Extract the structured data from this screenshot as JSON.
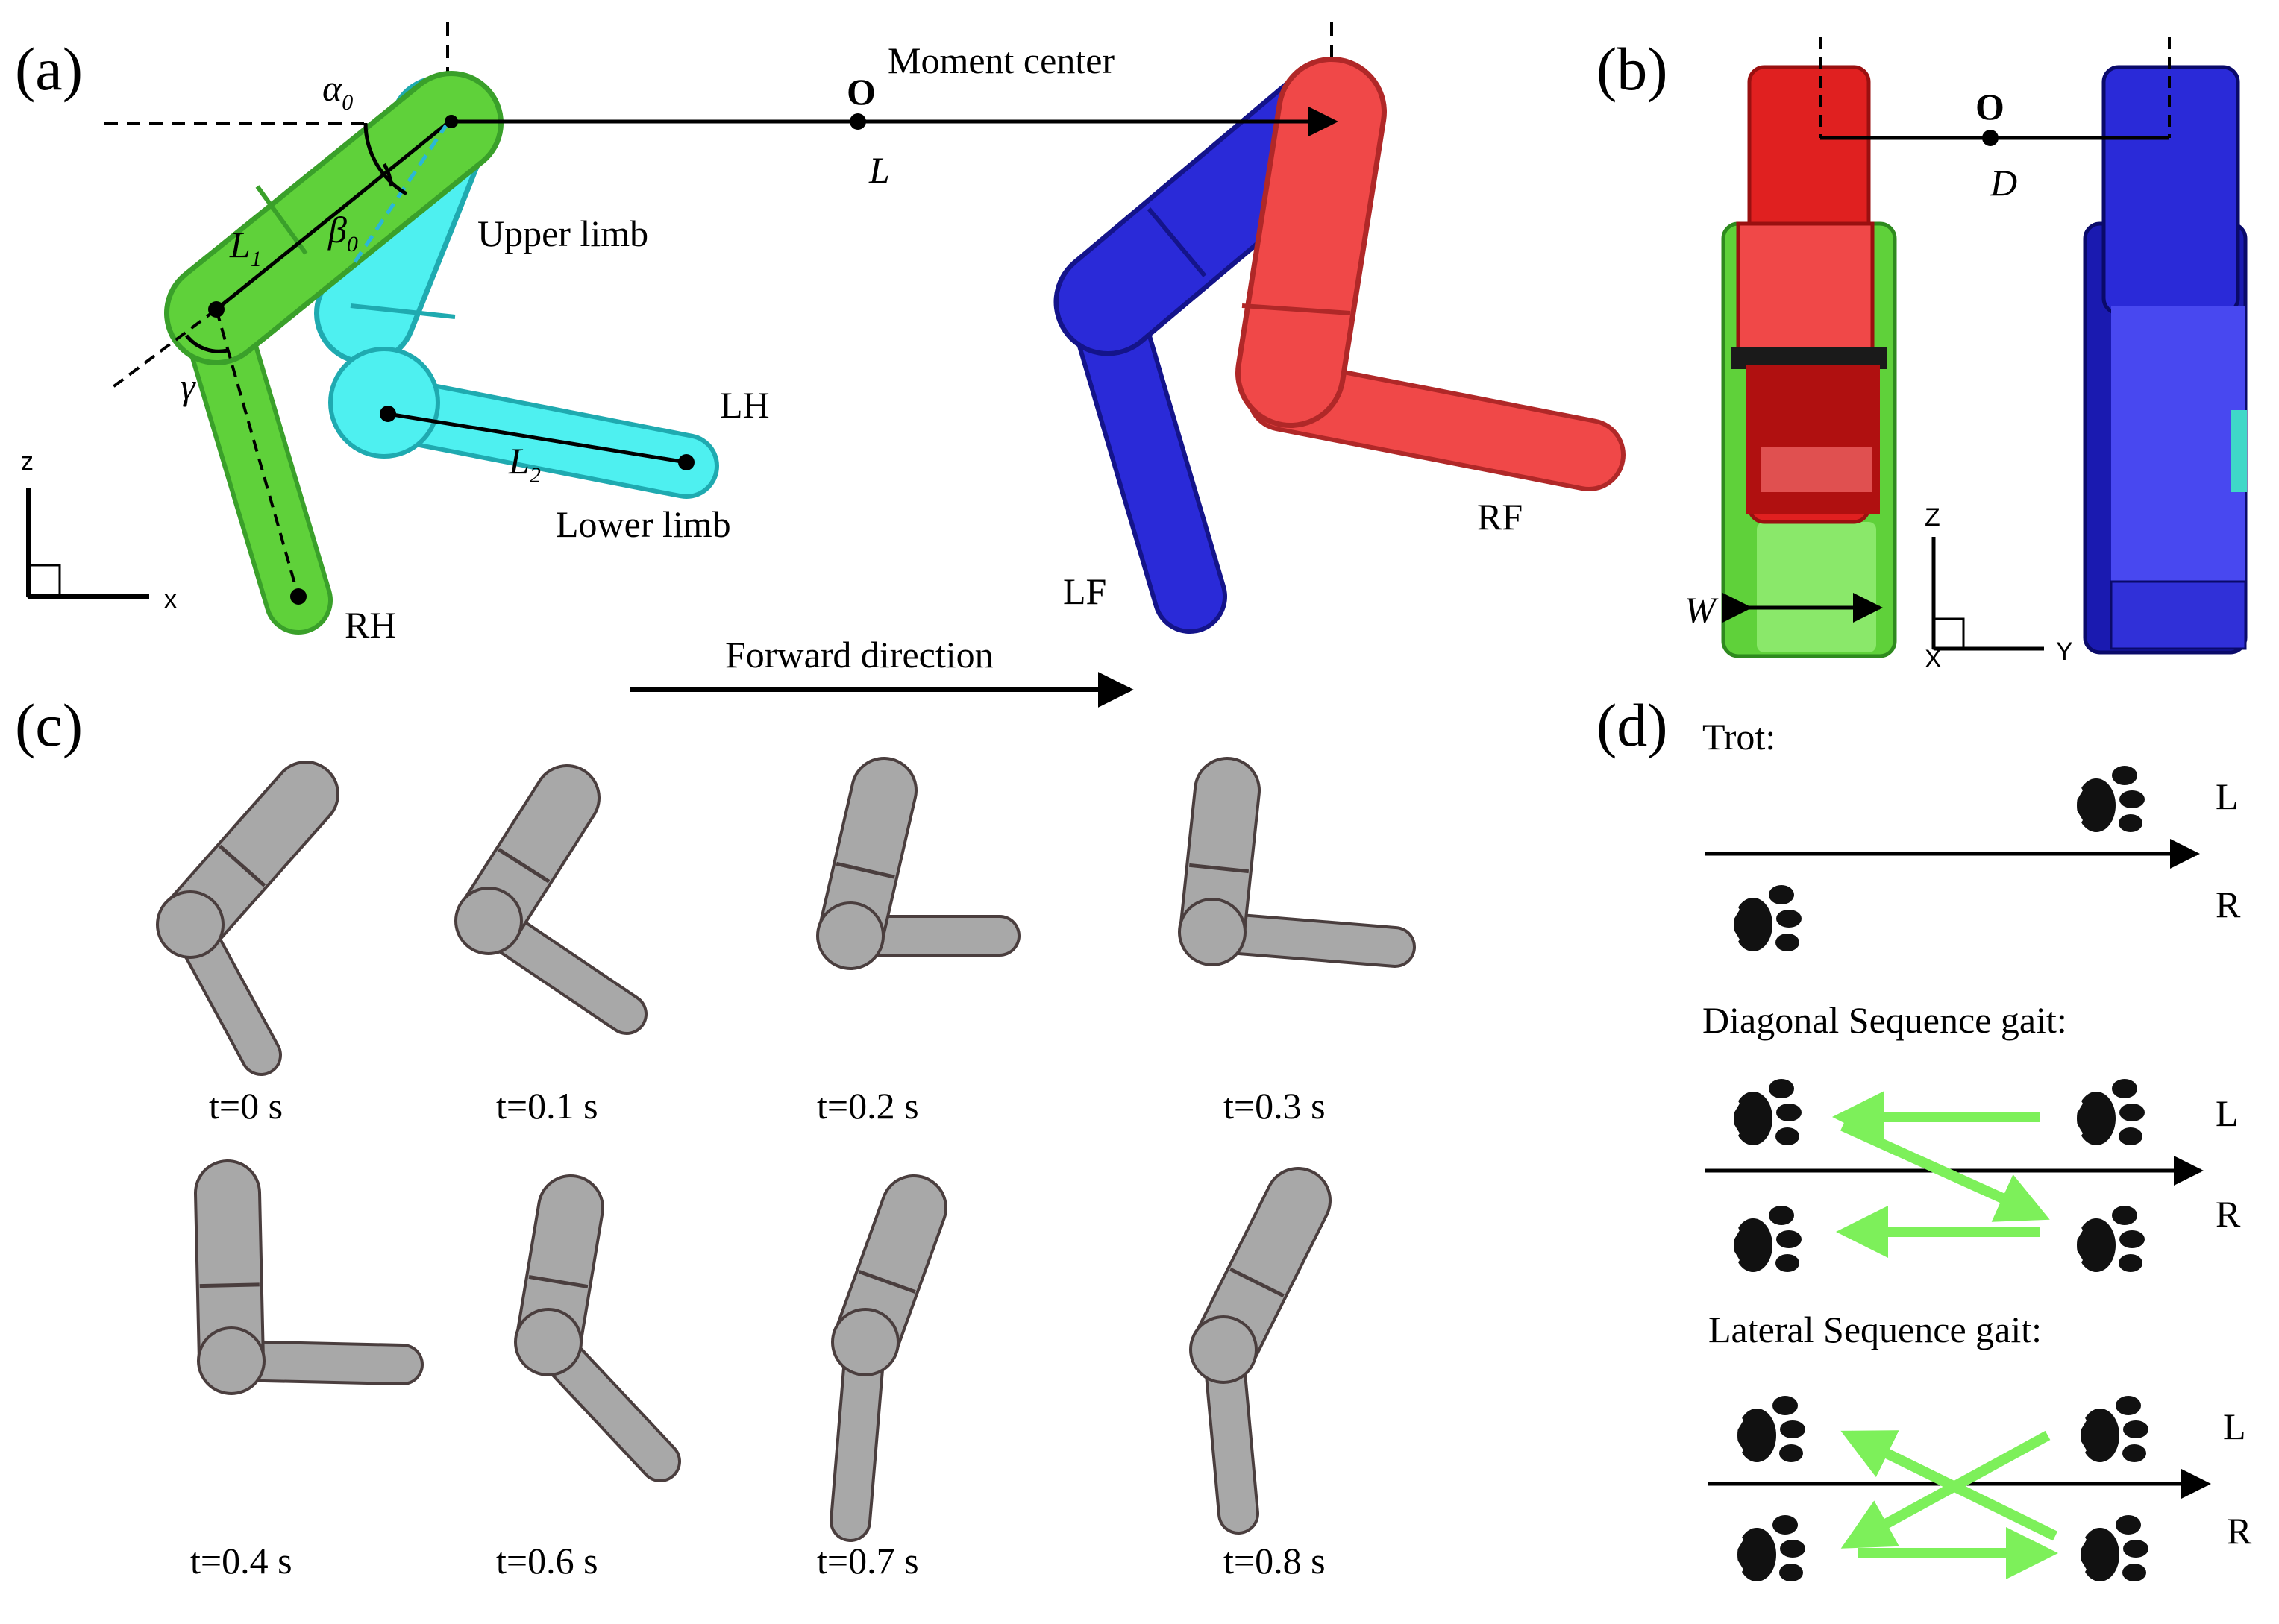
{
  "panels": {
    "a": {
      "label": "(a)",
      "moment_center_point": "O",
      "moment_center_label": "Moment center",
      "length_L": "L",
      "alpha0": {
        "sym": "α",
        "sub": "0"
      },
      "beta0": {
        "sym": "β",
        "sub": "0"
      },
      "L1": {
        "sym": "L",
        "sub": "1"
      },
      "L2": {
        "sym": "L",
        "sub": "2"
      },
      "gamma": "γ",
      "upper_limb": "Upper limb",
      "lower_limb": "Lower limb",
      "legs": {
        "LH": "LH",
        "RH": "RH",
        "LF": "LF",
        "RF": "RF"
      },
      "axes": {
        "z": "z",
        "x": "x"
      },
      "forward_direction": "Forward direction",
      "colors": {
        "RH": "#5fd13a",
        "LH": "#4ef0f0",
        "LF": "#2a2ad8",
        "RF": "#f04848"
      }
    },
    "b": {
      "label": "(b)",
      "point": "O",
      "width_D": "D",
      "width_W": "W",
      "axes": {
        "z": "Z",
        "y": "Y",
        "x": "X"
      }
    },
    "c": {
      "label": "(c)",
      "frames": [
        "t=0 s",
        "t=0.1 s",
        "t=0.2 s",
        "t=0.3 s",
        "t=0.4 s",
        "t=0.6 s",
        "t=0.7 s",
        "t=0.8 s"
      ],
      "limb_color": "#a8a8a8"
    },
    "d": {
      "label": "(d)",
      "gaits": [
        {
          "title": "Trot:",
          "left": "L",
          "right": "R"
        },
        {
          "title": "Diagonal Sequence gait:",
          "left": "L",
          "right": "R"
        },
        {
          "title": "Lateral Sequence gait:",
          "left": "L",
          "right": "R"
        }
      ],
      "arrow_color": "#7df05a"
    }
  }
}
